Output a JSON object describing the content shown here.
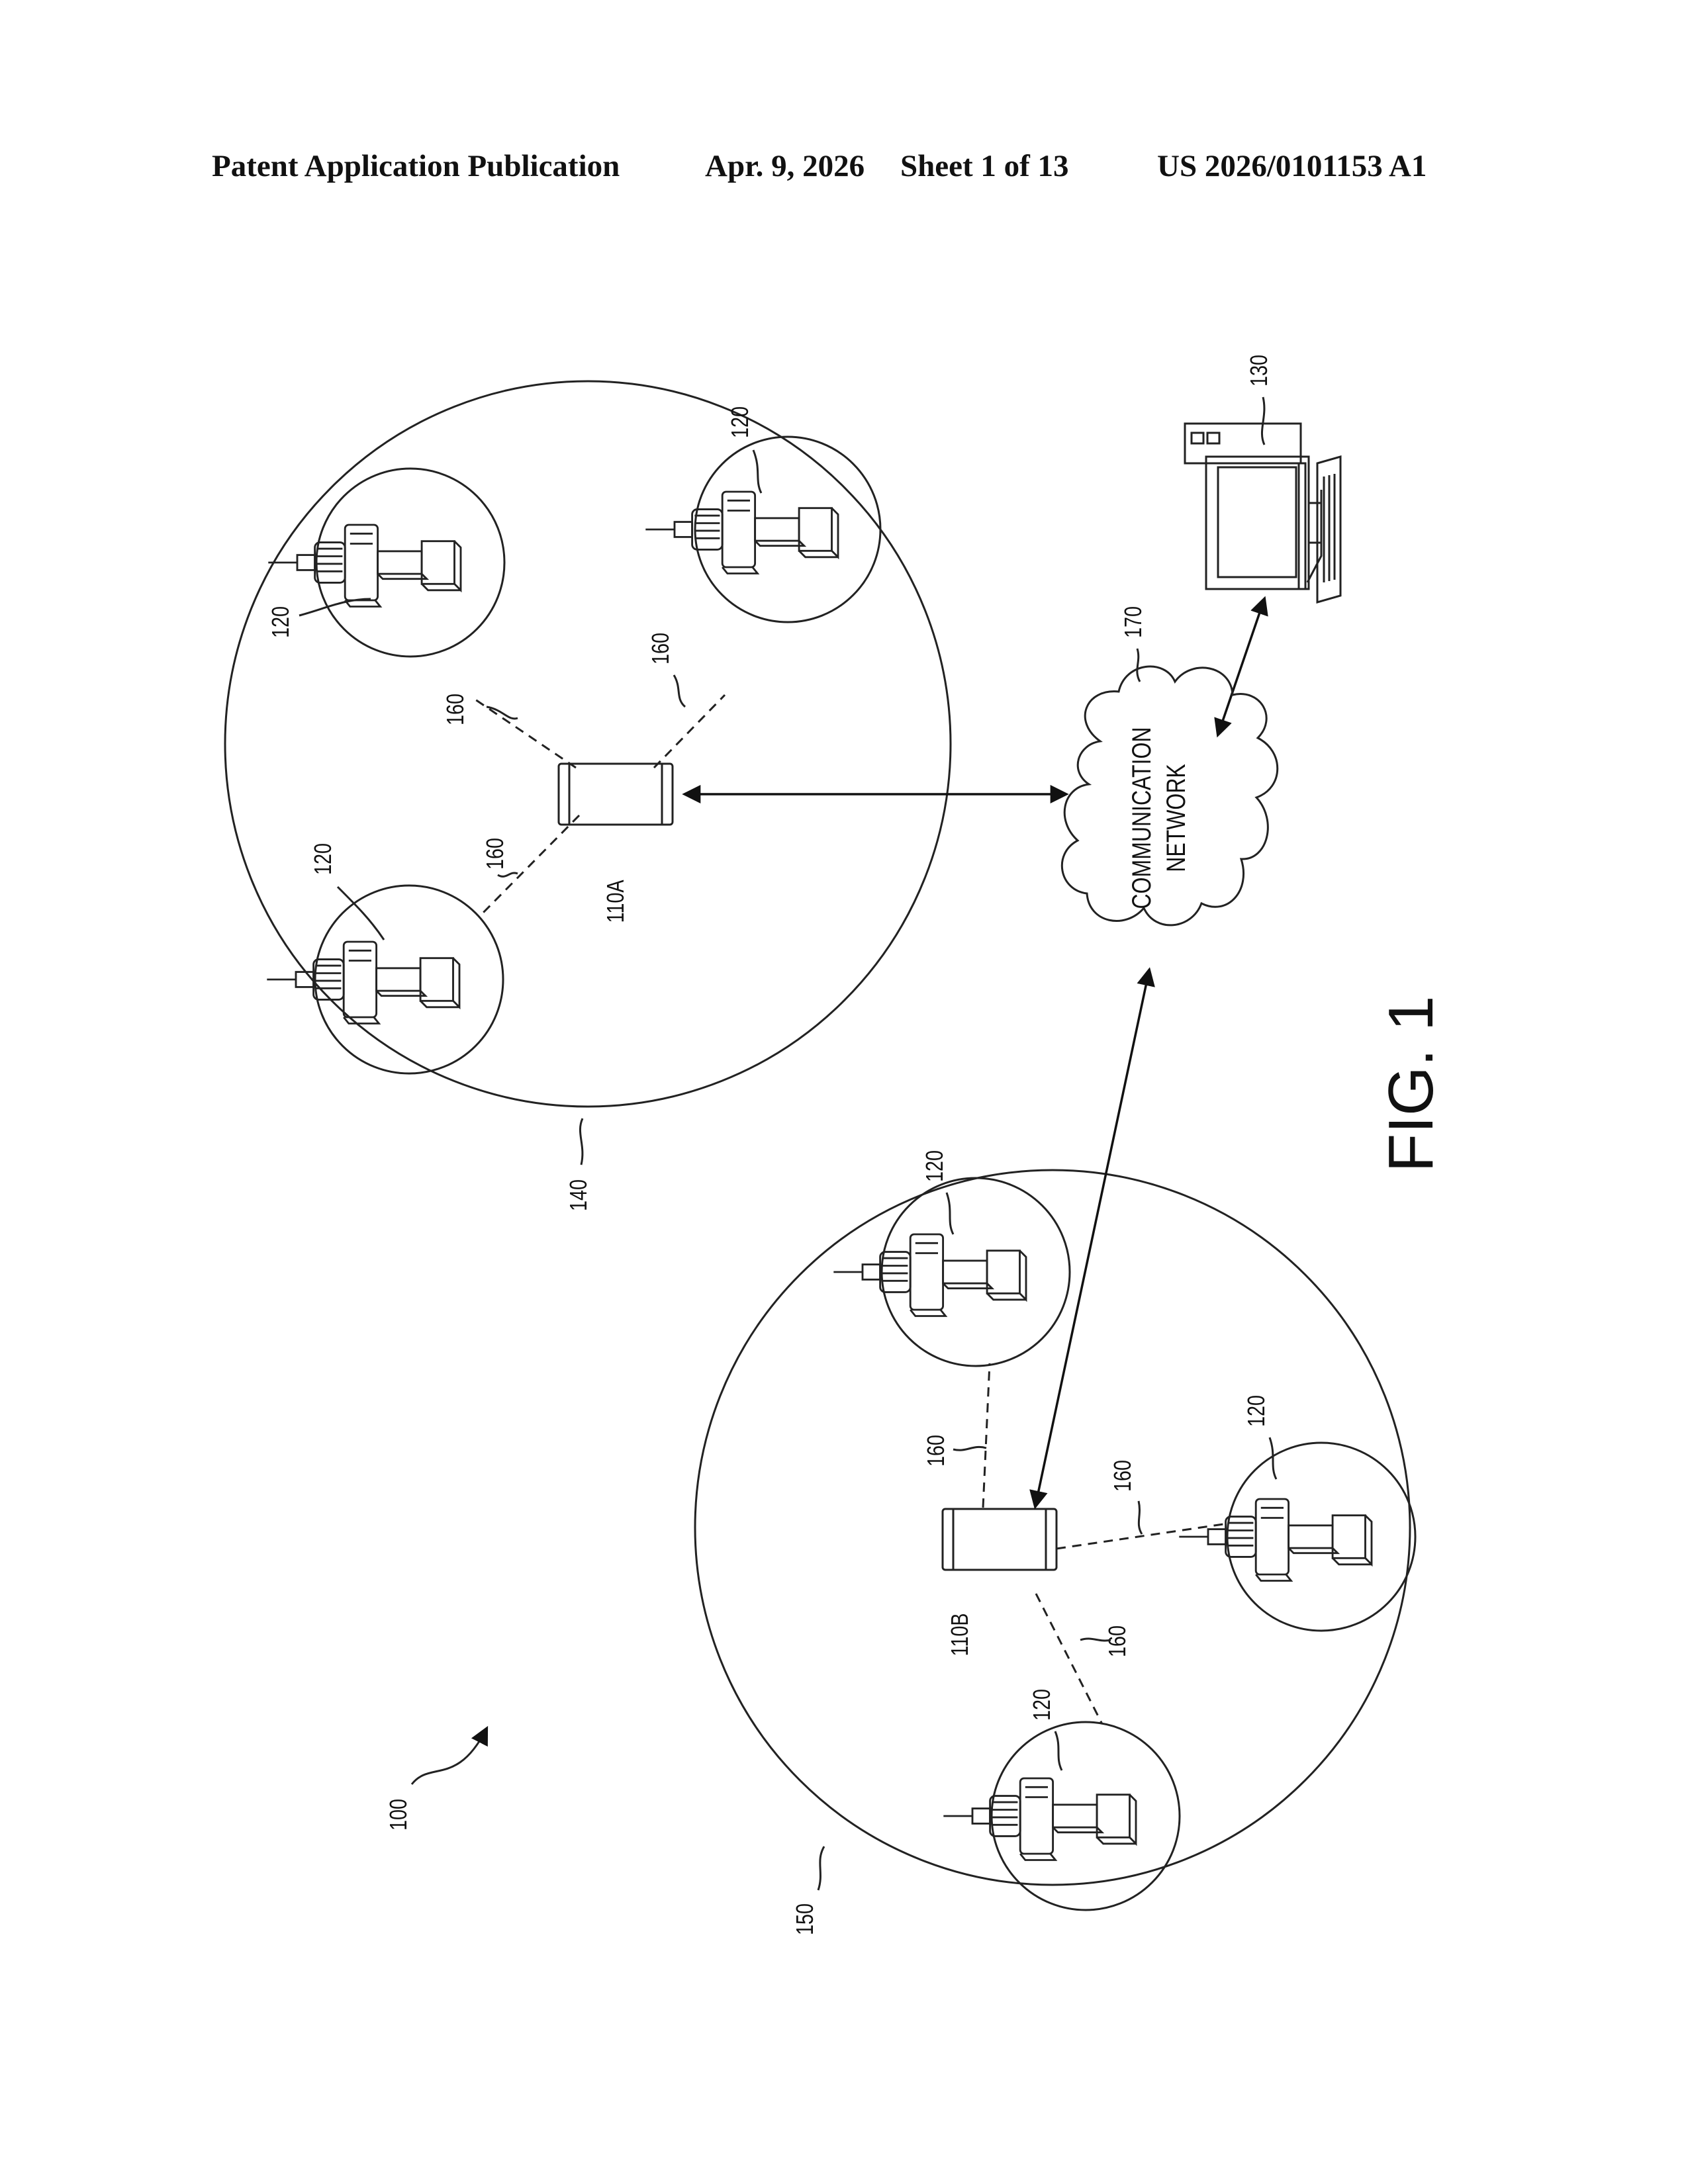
{
  "header": {
    "publication": "Patent Application Publication",
    "date": "Apr. 9, 2026",
    "sheet": "Sheet 1 of 13",
    "number": "US 2026/0101153 A1"
  },
  "figure": {
    "caption": "FIG. 1",
    "system_ref": "100",
    "zone_a_ref": "140",
    "zone_b_ref": "150",
    "hub_a_ref": "110A",
    "hub_b_ref": "110B",
    "tool_ref": "120",
    "computer_ref": "130",
    "link_ref": "160",
    "network_ref": "170",
    "network_line1": "COMMUNICATION",
    "network_line2": "NETWORK"
  }
}
